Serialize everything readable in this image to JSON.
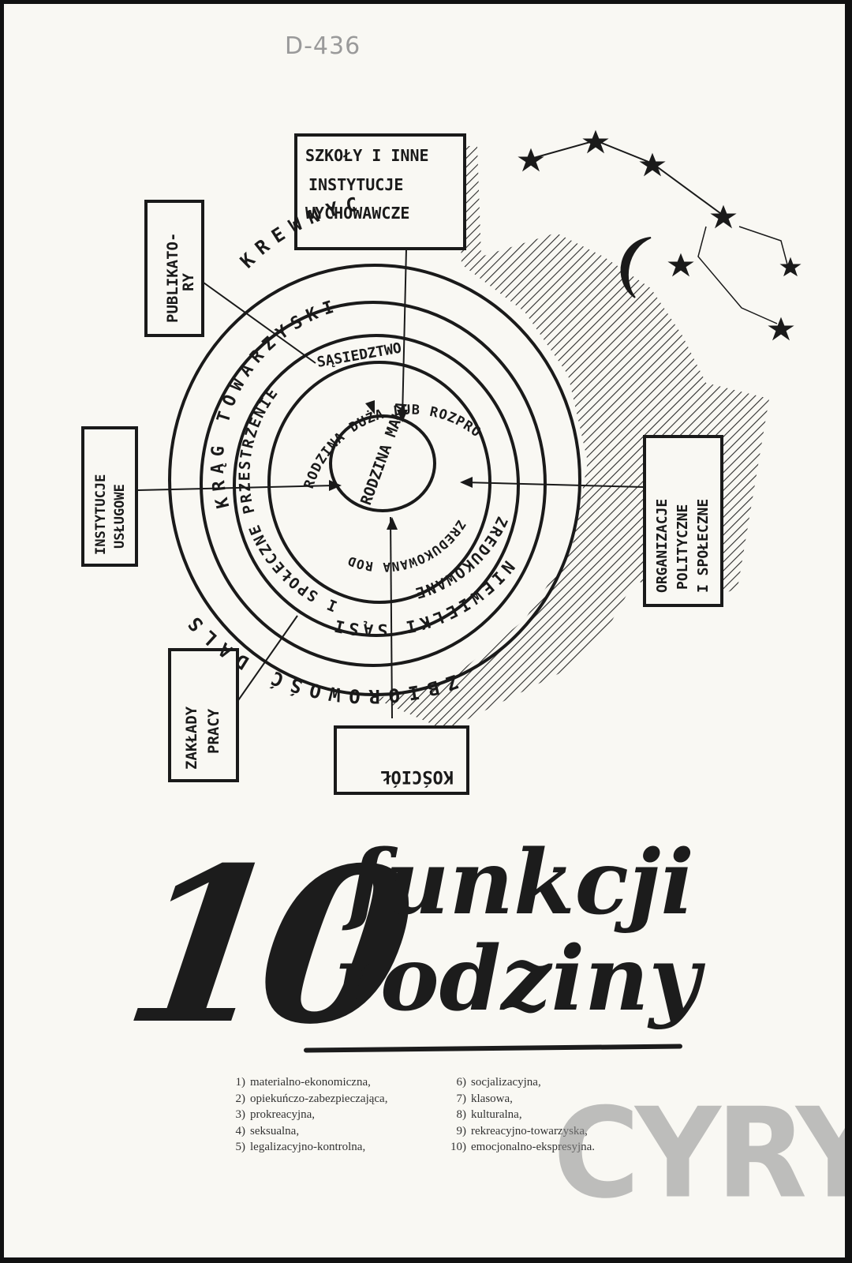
{
  "catalog_code": "D-436",
  "diagram": {
    "boxes": {
      "szkoly_line1": "SZKOŁY I INNE",
      "szkoly_line2": "INSTYTUCJE",
      "szkoly_line3": "WYCHOWAWCZE",
      "publikatory_line1": "PUBLIKATO-",
      "publikatory_line2": "RY",
      "uslugowe_line1": "INSTYTUCJE",
      "uslugowe_line2": "USŁUGOWE",
      "organizacje_line1": "ORGANIZACJE",
      "organizacje_line2": "POLITYCZNE",
      "organizacje_line3": "I SPOŁECZNE",
      "zaklady_line1": "ZAKŁADY",
      "zaklady_line2": "PRACY",
      "kosciol": "KOŚCIÓŁ"
    },
    "rings": {
      "krewnych": "KREWNYCH",
      "dalszych": "ZBIOROWOŚĆ DALSZYCH",
      "towarzyski": "KRĄG TOWARZYSKI",
      "sasiedzki_nie": "NIEWIELKI SĄSIEDZKI",
      "sasiedztwo": "SĄSIEDZTWO",
      "przestrzenie": "I SPOŁECZNE PRZESTRZENIE",
      "zredukowane": "ZREDUKOWANE",
      "rodzina_duza": "RODZINA DUŻA LUB ROZPROSZONA",
      "zredukowana": "ZREDUKOWANA RODZINA MAŁA",
      "rodzina_mala": "RODZINA MAŁA"
    }
  },
  "title": {
    "number": "10",
    "word1": "funkcji",
    "word2": "rodziny"
  },
  "functions_left": [
    {
      "n": "1)",
      "label": "materialno-ekonomiczna,"
    },
    {
      "n": "2)",
      "label": "opiekuńczo-zabezpieczająca,"
    },
    {
      "n": "3)",
      "label": "prokreacyjna,"
    },
    {
      "n": "4)",
      "label": "seksualna,"
    },
    {
      "n": "5)",
      "label": "legalizacyjno-kontrolna,"
    }
  ],
  "functions_right": [
    {
      "n": "6)",
      "label": "socjalizacyjna,"
    },
    {
      "n": "7)",
      "label": "klasowa,"
    },
    {
      "n": "8)",
      "label": "kulturalna,"
    },
    {
      "n": "9)",
      "label": "rekreacyjno-towarzyska,"
    },
    {
      "n": "10)",
      "label": "emocjonalno-ekspresyjna."
    }
  ],
  "watermark": "CYRYL"
}
